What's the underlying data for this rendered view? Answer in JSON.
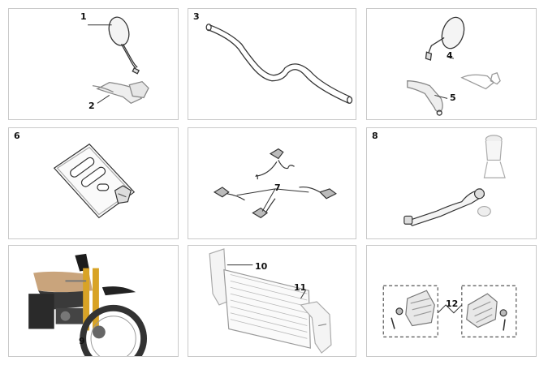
{
  "panels": [
    {
      "id": "p1",
      "labels": [
        "1",
        "2"
      ]
    },
    {
      "id": "p3",
      "labels": [
        "3"
      ]
    },
    {
      "id": "p4",
      "labels": [
        "4",
        "5"
      ]
    },
    {
      "id": "p6",
      "labels": [
        "6"
      ]
    },
    {
      "id": "p7",
      "labels": [
        "7"
      ]
    },
    {
      "id": "p8",
      "labels": [
        "8"
      ]
    },
    {
      "id": "p9",
      "labels": [
        "9"
      ]
    },
    {
      "id": "p10",
      "labels": [
        "10",
        "11"
      ]
    },
    {
      "id": "p12",
      "labels": [
        "12"
      ]
    }
  ],
  "colors": {
    "border": "#c9c9c9",
    "line": "#333333",
    "part_fill": "#f4f4f4",
    "tank": "#c9a47c",
    "fork_gold": "#d8a326",
    "frame_dark": "#2a2a2a"
  }
}
